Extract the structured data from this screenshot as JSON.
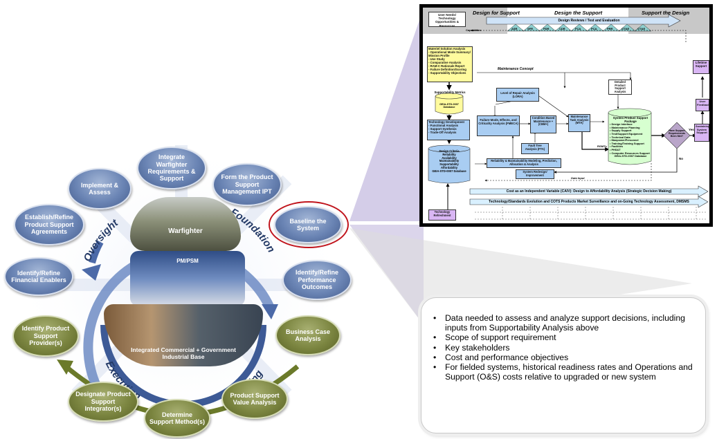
{
  "wheel": {
    "nodes": {
      "integrate_warfighter": "Integrate Warfighter Requirements & Support",
      "form_product_support": "Form the Product Support Management IPT",
      "implement_assess": "Implement & Assess",
      "baseline_system": "Baseline the System",
      "establish_refine": "Establish/Refine Product Support Agreements",
      "identify_performance": "Identify/Refine Performance Outcomes",
      "identify_financial": "Identify/Refine Financial Enablers",
      "business_case": "Business Case Analysis",
      "identify_provider": "Identify Product Support Provider(s)",
      "product_value": "Product Support Value Analysis",
      "designate_integrator": "Designate Product Support Integrator(s)",
      "determine_method": "Determine Support Method(s)"
    },
    "center": {
      "warfighter": "Warfighter",
      "pm_psm": "PM/PSM",
      "industrial_base": "Integrated Commercial + Government Industrial Base"
    },
    "arc_words": {
      "oversight": "Oversight",
      "foundation": "Foundation",
      "execution": "Execution",
      "planning": "Planning"
    }
  },
  "flowchart": {
    "phases": {
      "design_for_support": "Design for Support",
      "design_the_support": "Design the Support",
      "support_the_design": "Support the Design"
    },
    "user_needs": "User Needs/ Technology Opportunities & Resources",
    "capabilities": "Capabilities",
    "design_reviews": "Design Reviews / Test and Evaluation",
    "milestones": [
      "ASR",
      "SFR",
      "PDR",
      "CDR",
      "FCA",
      "PCA",
      "PRR",
      "OT&E",
      "OT&E"
    ],
    "lifetime_support": "Lifetime Support",
    "materiel_analysis": {
      "title": "Materiel Solution Analysis",
      "items": [
        "- Operational Mode Summary/ Mission Profile",
        "- Use Study",
        "- Comparative Analysis",
        "- RAM-C Rationale Report",
        "- Failure Definition/Scoring",
        "- Supportability Objectives"
      ]
    },
    "maintenance_concept": "Maintenance Concept",
    "supportability_metrics": "Supportability Metrics",
    "geia_database": "GEIA-STD-0007 Database",
    "lora": "Level of Repair Analysis (LORA)",
    "detailed_analysis": "Detailed Product Support Analysis",
    "tech_dev": {
      "title": "Technology Development",
      "items": [
        "- Functional Analysis",
        "- Support Synthesis",
        "- Trade-Off Analysis"
      ]
    },
    "fmeca": "Failure Mode, Effects, and Criticality Analysis (FMECA)",
    "cbm": "Condition Based Maintenance + (CBM+)",
    "mta": "Maintenance Task Analysis (MTA)",
    "sps_package": {
      "title": "System Product Support Package",
      "items": [
        "• Design Interface",
        "• Maintenance Planning",
        "• Supply Support",
        "• Test/Support Equipment",
        "• Technical Data",
        "• Manpower/Personnel",
        "• Training/Training Support",
        "• Facilities",
        "• PHS&T",
        "• Computer Resources Support"
      ],
      "footer": "GEIA-STD-0007 Database"
    },
    "decision": "Have Support Requirements Been Met?",
    "yes": "Yes",
    "no": "No",
    "sustaining": "Sustaining System Support",
    "user_feedback": "User Feedback",
    "fta": "Fault Tree Analysis (FTA)",
    "rgmts": "RGMTs",
    "design_criteria": {
      "title": "Design Criteria",
      "items": [
        "Reliability",
        "Availability",
        "Maintainability",
        "Supportability",
        "Affordability"
      ],
      "footer": "GEIA-STD-0007 Database"
    },
    "rm_modeling": "Reliability & Maintainability Modeling, Prediction, Allocation & Analysis",
    "redesign": "System Redesign/ Improvement",
    "data_input": "Data Input",
    "caiv": "Cost as an Independent Variable (CAIV): Design to Affordability Analysis (Strategic Decision Making)",
    "tech_evolution": "Technology/Standards Evolution and COTS Products Market Surveillance and on-Going Technology Assessment, DMSMS",
    "tech_refreshment": "Technology Refreshment"
  },
  "callout": {
    "bullets": [
      "Data needed to assess and analyze support decisions, including inputs from Supportability Analysis above",
      "Scope of support requirement",
      "Key stakeholders",
      "Cost and performance objectives",
      "For fielded systems, historical readiness rates and Operations and Support (O&S) costs relative to upgraded or new system"
    ]
  },
  "colors": {
    "wheel_blue": "#5a73a6",
    "wheel_green": "#7b8540",
    "highlight_ring": "#c0141c",
    "callout_shade": "#cbc3e3"
  }
}
